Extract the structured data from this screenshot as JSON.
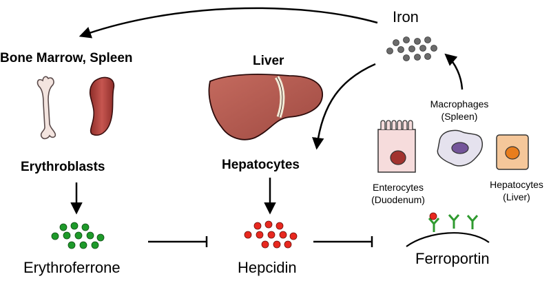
{
  "labels": {
    "iron": "Iron",
    "bone_marrow_spleen": "Bone Marrow, Spleen",
    "liver": "Liver",
    "macrophages": "Macrophages",
    "macrophages_site": "(Spleen)",
    "erythroblasts": "Erythroblasts",
    "hepatocytes": "Hepatocytes",
    "enterocytes": "Enterocytes",
    "enterocytes_site": "(Duodenum)",
    "hepatocytes_small": "Hepatocytes",
    "hepatocytes_small_site": "(Liver)",
    "erythroferrone": "Erythroferrone",
    "hepcidin": "Hepcidin",
    "ferroportin": "Ferroportin"
  },
  "colors": {
    "iron_dots": "#6b6b6b",
    "erythroferrone_dots": "#1e9a2a",
    "hepcidin_dots": "#e8281f",
    "liver": "#b3564c",
    "spleen": "#a83a36",
    "bone": "#f3e4df",
    "enterocyte_cell": "#f6dcdc",
    "enterocyte_nucleus": "#a2332f",
    "macrophage_cell": "#e5e2ee",
    "macrophage_nucleus": "#74559a",
    "hepatocyte_cell": "#f5c79a",
    "hepatocyte_nucleus": "#e87d1d",
    "ferroportin_receptor": "#2f9a2f"
  }
}
